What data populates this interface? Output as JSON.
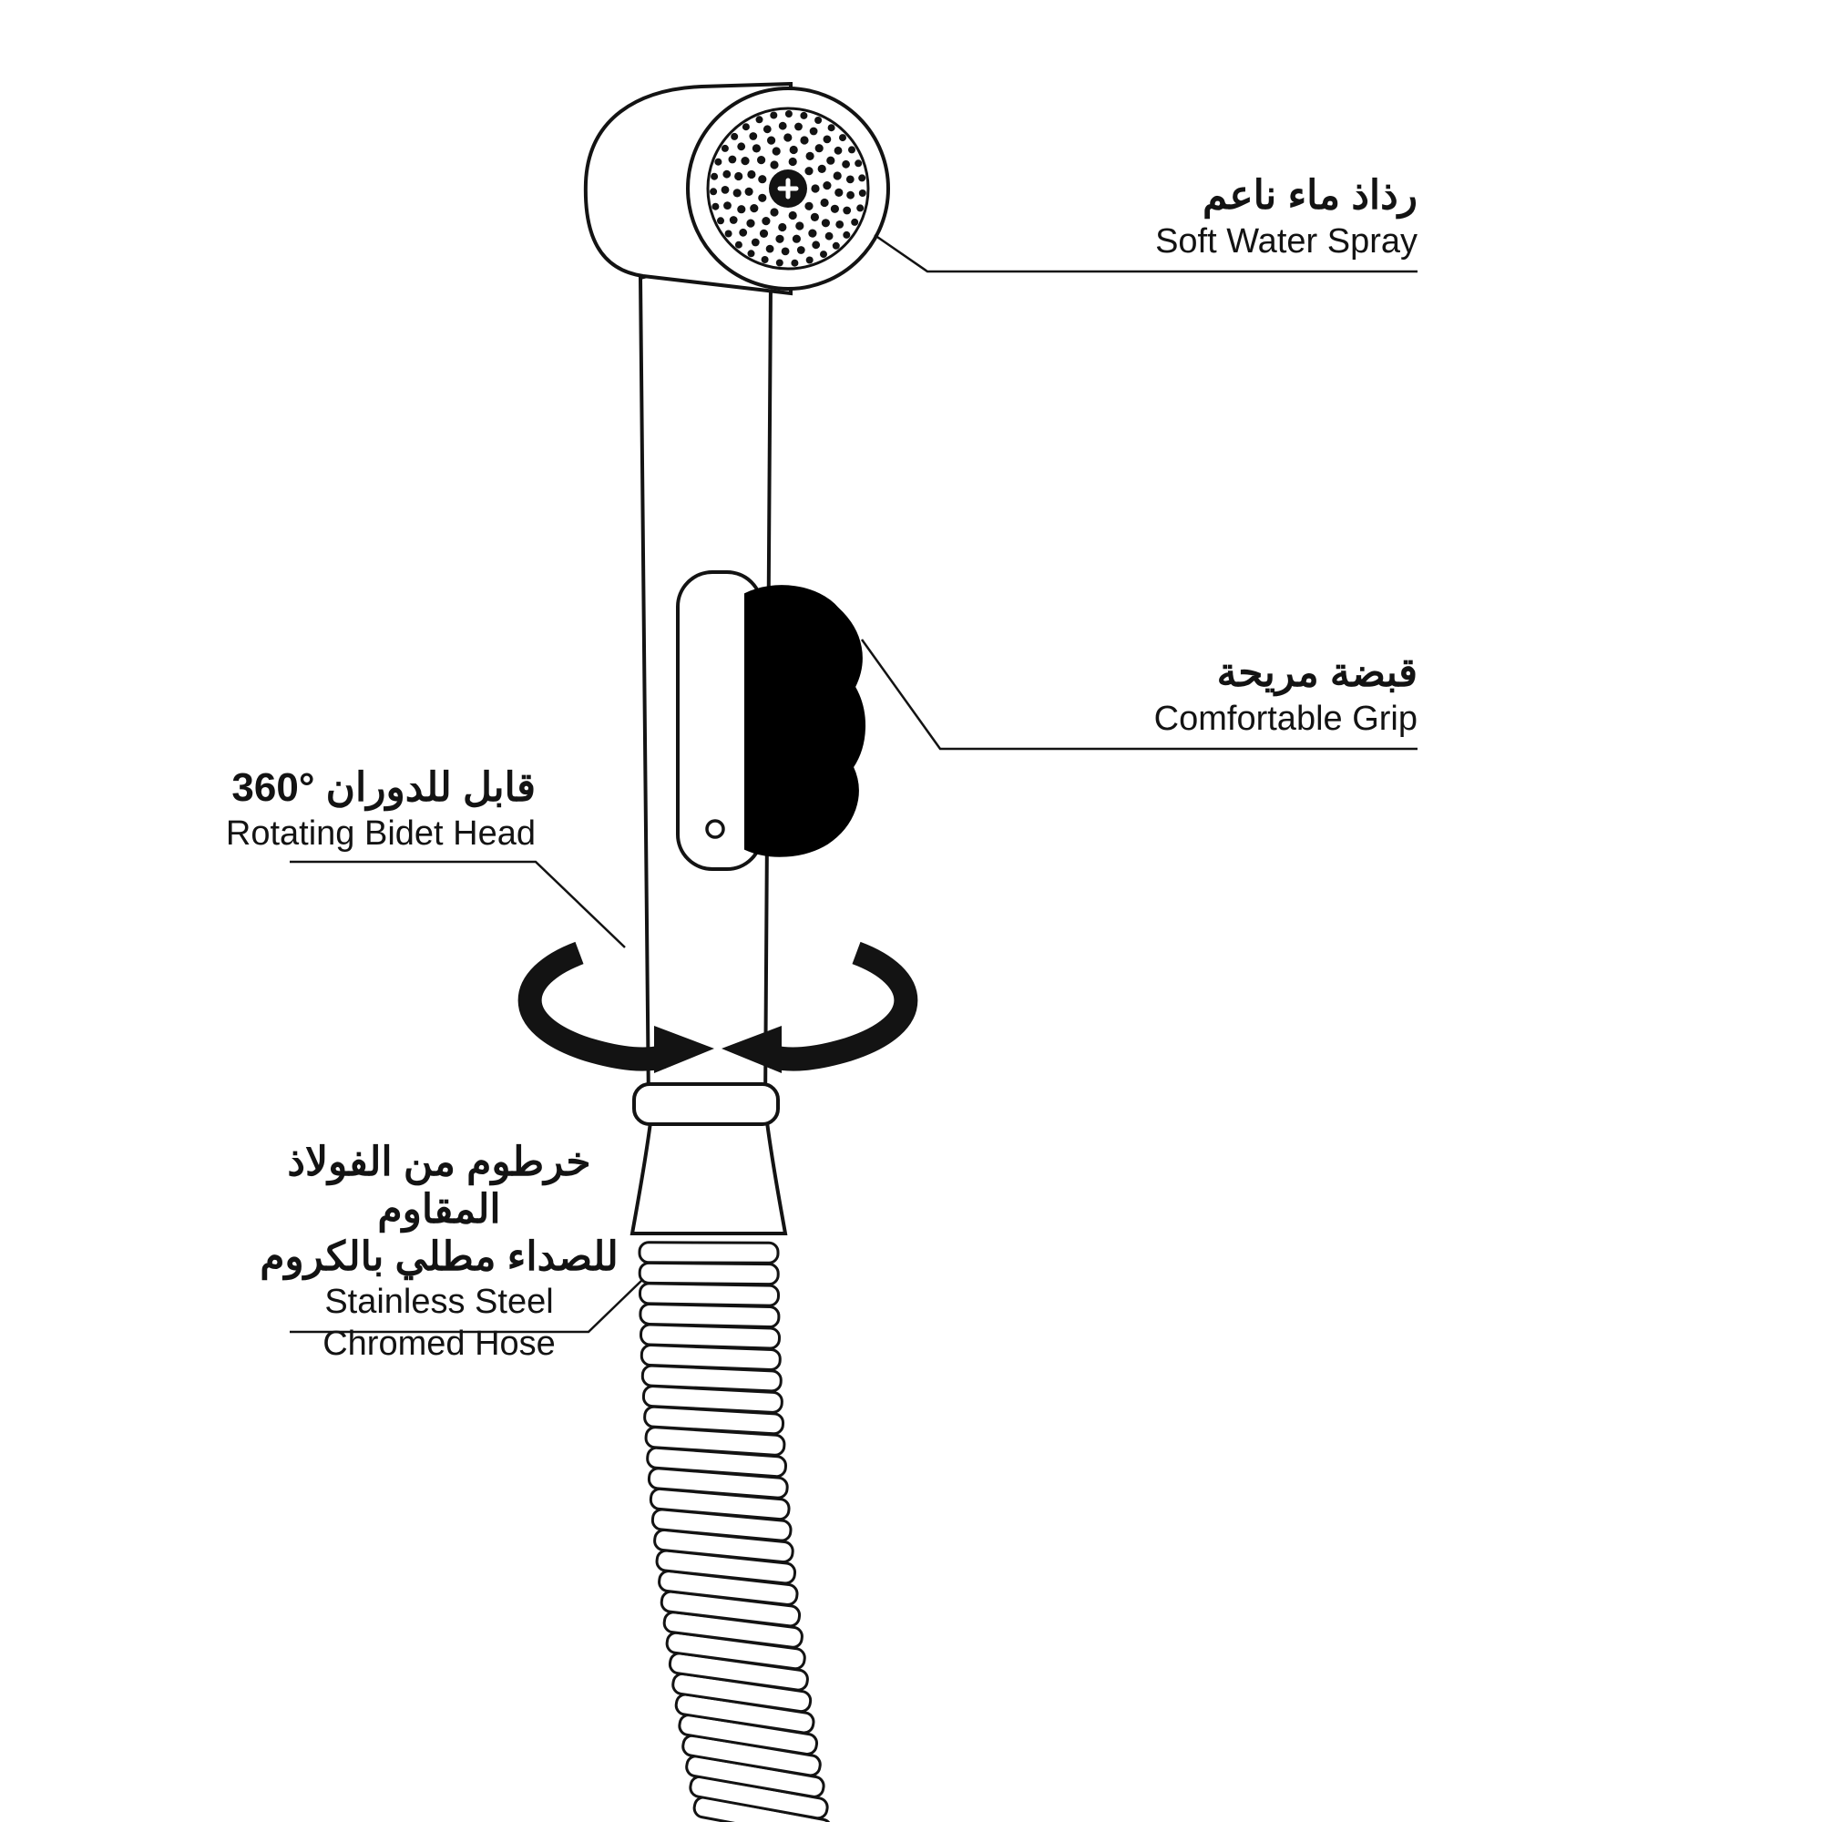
{
  "labels": {
    "soft_water_spray": {
      "ar": "رذاذ ماء ناعم",
      "en": "Soft Water Spray"
    },
    "comfortable_grip": {
      "ar": "قبضة مريحة",
      "en": "Comfortable Grip"
    },
    "rotating_head": {
      "ar": "قابل للدوران °360",
      "en": "Rotating Bidet Head"
    },
    "hose": {
      "ar_line1": "خرطوم من الفولاذ المقاوم",
      "ar_line2": "للصداء مطلي بالكروم",
      "en_line1": "Stainless Steel",
      "en_line2": "Chromed Hose"
    }
  },
  "icons": {
    "nozzle_center": "plus-icon"
  },
  "colors": {
    "line": "#131313",
    "grip_fill": "#000000",
    "background": "#ffffff",
    "text": "#131313"
  }
}
